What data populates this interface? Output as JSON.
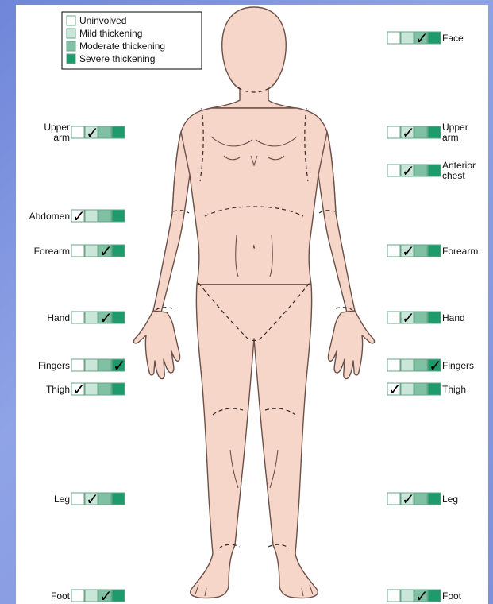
{
  "legend": {
    "items": [
      {
        "label": "Uninvolved",
        "color": "#ffffff"
      },
      {
        "label": "Mild thickening",
        "color": "#c9e6d8"
      },
      {
        "label": "Moderate thickening",
        "color": "#7fc1a2"
      },
      {
        "label": "Severe thickening",
        "color": "#1f9a6c"
      }
    ]
  },
  "check_glyph": "✓",
  "left_regions": [
    {
      "label": [
        "Upper",
        "arm"
      ],
      "severity": 1
    },
    {
      "label": [
        "Abdomen"
      ],
      "severity": 0
    },
    {
      "label": [
        "Forearm"
      ],
      "severity": 2
    },
    {
      "label": [
        "Hand"
      ],
      "severity": 2
    },
    {
      "label": [
        "Fingers"
      ],
      "severity": 3
    },
    {
      "label": [
        "Thigh"
      ],
      "severity": 0
    },
    {
      "label": [
        "Leg"
      ],
      "severity": 1
    },
    {
      "label": [
        "Foot"
      ],
      "severity": 2
    }
  ],
  "right_regions": [
    {
      "label": [
        "Face"
      ],
      "severity": 2
    },
    {
      "label": [
        "Upper",
        "arm"
      ],
      "severity": 1
    },
    {
      "label": [
        "Anterior",
        "chest"
      ],
      "severity": 1
    },
    {
      "label": [
        "Forearm"
      ],
      "severity": 1
    },
    {
      "label": [
        "Hand"
      ],
      "severity": 1
    },
    {
      "label": [
        "Fingers"
      ],
      "severity": 3
    },
    {
      "label": [
        "Thigh"
      ],
      "severity": 0
    },
    {
      "label": [
        "Leg"
      ],
      "severity": 1
    },
    {
      "label": [
        "Foot"
      ],
      "severity": 2
    }
  ]
}
